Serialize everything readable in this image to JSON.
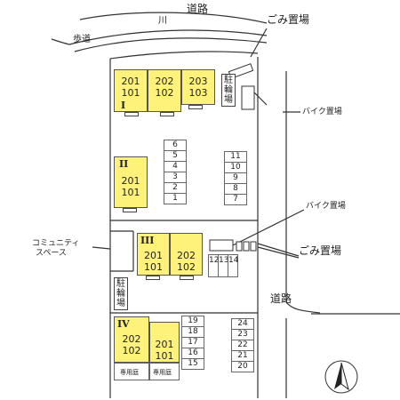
{
  "labels": {
    "road_top": "道路",
    "river": "川",
    "sidewalk": "歩道",
    "garbage_top": "ごみ置場",
    "bike_parking_top": "バイク置場",
    "bike_parking_mid": "バイク置場",
    "garbage_mid": "ごみ置場",
    "road_right": "道路",
    "community_space_line1": "コミュニティ",
    "community_space_line2": "スペース",
    "bicycle_parking_top": "駐\n輪\n場",
    "bicycle_parking_left": "駐\n輪\n場",
    "private_garden_1": "専用庭",
    "private_garden_2": "専用庭"
  },
  "buildings": {
    "b1": {
      "roman": "I",
      "units": [
        {
          "upper": "201",
          "lower": "101"
        },
        {
          "upper": "202",
          "lower": "102"
        },
        {
          "upper": "203",
          "lower": "103"
        }
      ]
    },
    "b2": {
      "roman": "II",
      "units": [
        {
          "upper": "201",
          "lower": "101"
        }
      ]
    },
    "b3": {
      "roman": "III",
      "units": [
        {
          "upper": "201",
          "lower": "101"
        },
        {
          "upper": "202",
          "lower": "102"
        }
      ]
    },
    "b4": {
      "roman": "IV",
      "units": [
        {
          "upper": "202",
          "lower": "102"
        },
        {
          "upper": "201",
          "lower": "101"
        }
      ]
    }
  },
  "parking": {
    "col_a": [
      "6",
      "5",
      "4",
      "3",
      "2",
      "1"
    ],
    "col_b": [
      "11",
      "10",
      "9",
      "8",
      "7"
    ],
    "col_c": [
      "12",
      "13",
      "14"
    ],
    "col_d": [
      "19",
      "18",
      "17",
      "16",
      "15"
    ],
    "col_e": [
      "24",
      "23",
      "22",
      "21",
      "20"
    ]
  },
  "colors": {
    "building_fill": "#fff27a",
    "line": "#333333"
  },
  "icons": {
    "north_arrow": "north-arrow-icon"
  }
}
